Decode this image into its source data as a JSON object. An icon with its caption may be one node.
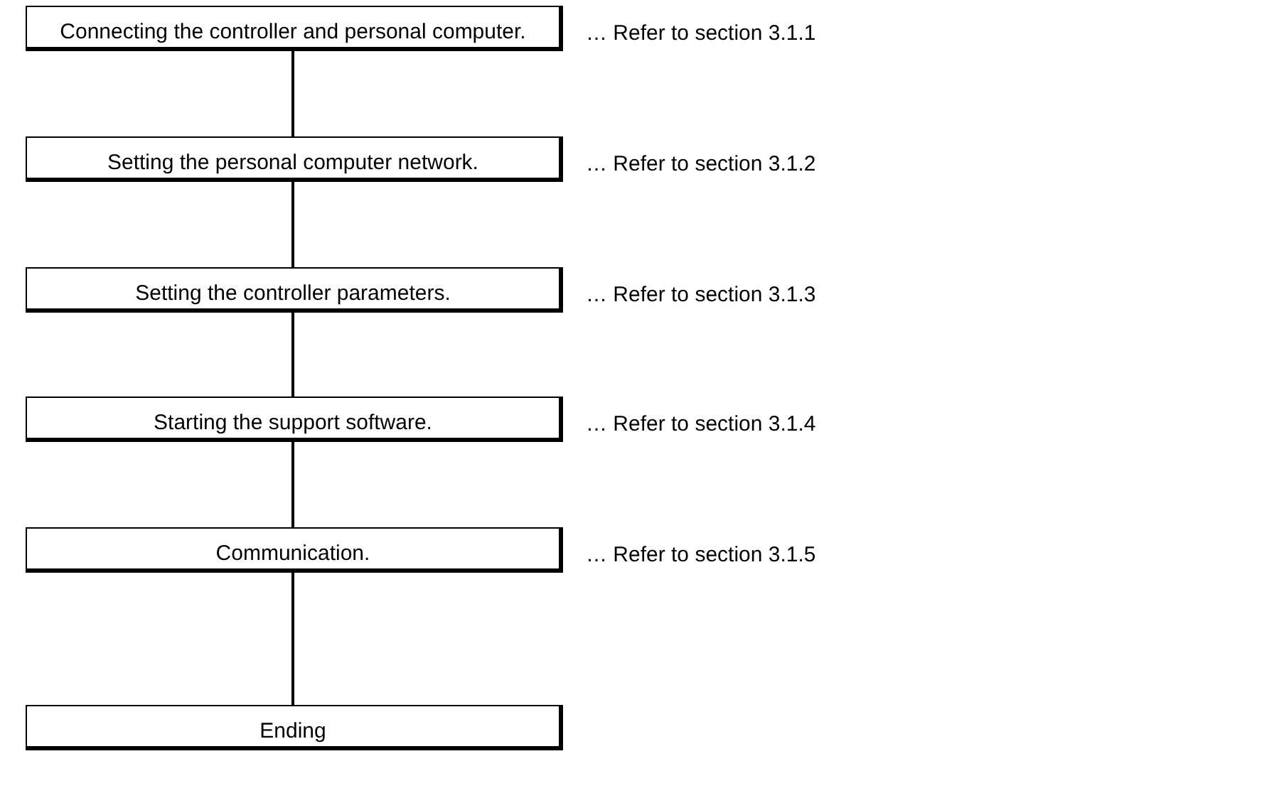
{
  "diagram": {
    "nodes": [
      {
        "text": [
          "Connecting the controller and personal computer."
        ],
        "beside": [
          "… Refer to section 3.1.1"
        ]
      },
      {
        "text": [
          "Setting the personal computer network."
        ],
        "beside": [
          "… Refer to section 3.1.2"
        ]
      },
      {
        "text": [
          "Setting the controller parameters."
        ],
        "beside": [
          "… Refer to section 3.1.3"
        ]
      },
      {
        "text": [
          "Starting the support software."
        ],
        "beside": [
          "… Refer to section 3.1.4"
        ]
      },
      {
        "text": [
          "Communication."
        ],
        "beside": [
          "… Refer to section 3.1.5"
        ]
      },
      {
        "text": [
          "Ending"
        ]
      }
    ],
    "edges": [
      {
        "from": 0,
        "to": 1,
        "arrow": "none"
      },
      {
        "from": 1,
        "to": 2,
        "arrow": "none"
      },
      {
        "from": 2,
        "to": 3,
        "arrow": "none"
      },
      {
        "from": 3,
        "to": 4,
        "arrow": "none"
      },
      {
        "from": 4,
        "to": 5,
        "arrow": "none"
      }
    ]
  }
}
